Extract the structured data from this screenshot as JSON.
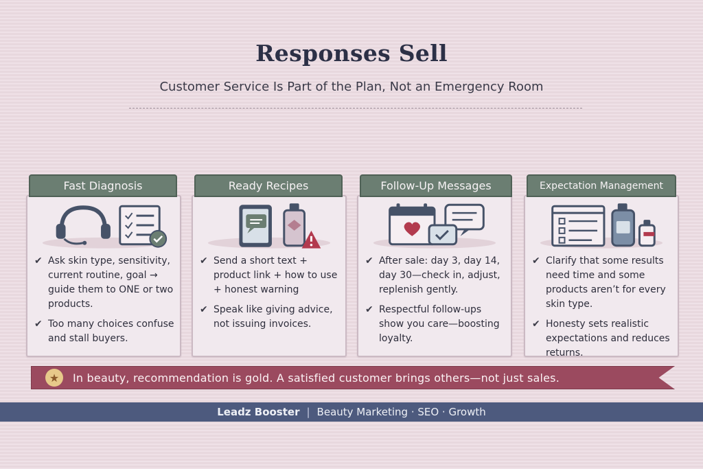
{
  "header": {
    "title": "Responses Sell",
    "subtitle": "Customer Service Is Part of the Plan, Not an Emergency Room"
  },
  "cards": [
    {
      "title": "Fast Diagnosis",
      "icon": "headset-checklist-icon",
      "bullets": [
        "Ask skin type, sensitivity, current routine, goal → guide them to ONE or two products.",
        "Too many choices confuse and stall buyers."
      ]
    },
    {
      "title": "Ready Recipes",
      "icon": "phone-bottle-warning-icon",
      "bullets": [
        "Send a short text + product link + how to use + honest warning",
        "Speak like giving advice, not issuing invoices."
      ]
    },
    {
      "title": "Follow-Up Messages",
      "icon": "calendar-chat-icon",
      "bullets": [
        "After sale: day 3, day 14, day 30—check in, adjust, replenish gently.",
        "Respectful follow-ups show you care—boosting loyalty."
      ]
    },
    {
      "title": "Expectation Management",
      "icon": "checklist-bottles-icon",
      "bullets": [
        "Clarify that some results need time and some products aren’t for every skin type.",
        "Honesty sets realistic expectations and reduces returns."
      ]
    }
  ],
  "banner": {
    "icon": "star-badge-icon",
    "text": "In beauty, recommendation is gold. A satisfied customer brings others—not just sales."
  },
  "footer": {
    "brand": "Leadz Booster",
    "separator": "|",
    "tagline": "Beauty Marketing · SEO · Growth"
  },
  "colors": {
    "background": "#ecdbe2",
    "title": "#2c3046",
    "tab": "#6b7e72",
    "banner": "#9b4a5f",
    "footer": "#4d5a7e"
  }
}
